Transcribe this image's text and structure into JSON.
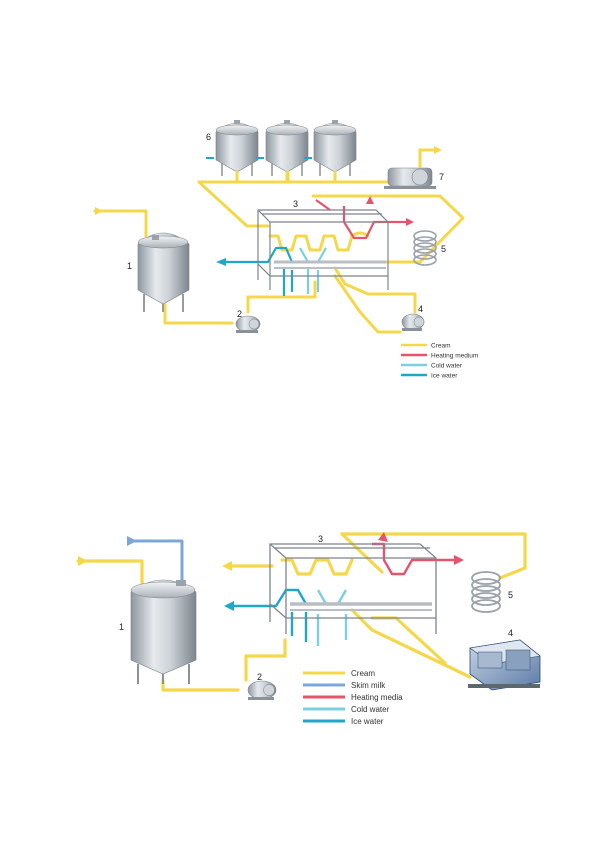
{
  "colors": {
    "cream": "#f4d84a",
    "heating": "#e4556b",
    "cold_water": "#7ccfe0",
    "ice_water": "#1fa7c9",
    "skim_milk": "#7ea7d8"
  },
  "diagram_top": {
    "labels": {
      "n1": "1",
      "n2": "2",
      "n3": "3",
      "n4": "4",
      "n5": "5",
      "n6": "6",
      "n7": "7"
    },
    "legend": [
      {
        "label": "Cream",
        "color": "#f4d84a"
      },
      {
        "label": "Heating medium",
        "color": "#e4556b"
      },
      {
        "label": "Cold water",
        "color": "#7ccfe0"
      },
      {
        "label": "Ice water",
        "color": "#1fa7c9"
      }
    ]
  },
  "diagram_bottom": {
    "labels": {
      "n1": "1",
      "n2": "2",
      "n3": "3",
      "n4": "4",
      "n5": "5"
    },
    "legend": [
      {
        "label": "Cream",
        "color": "#f4d84a"
      },
      {
        "label": "Skim milk",
        "color": "#7ea7d8"
      },
      {
        "label": "Heating media",
        "color": "#e4556b"
      },
      {
        "label": "Cold water",
        "color": "#7ccfe0"
      },
      {
        "label": "Ice water",
        "color": "#1fa7c9"
      }
    ]
  }
}
